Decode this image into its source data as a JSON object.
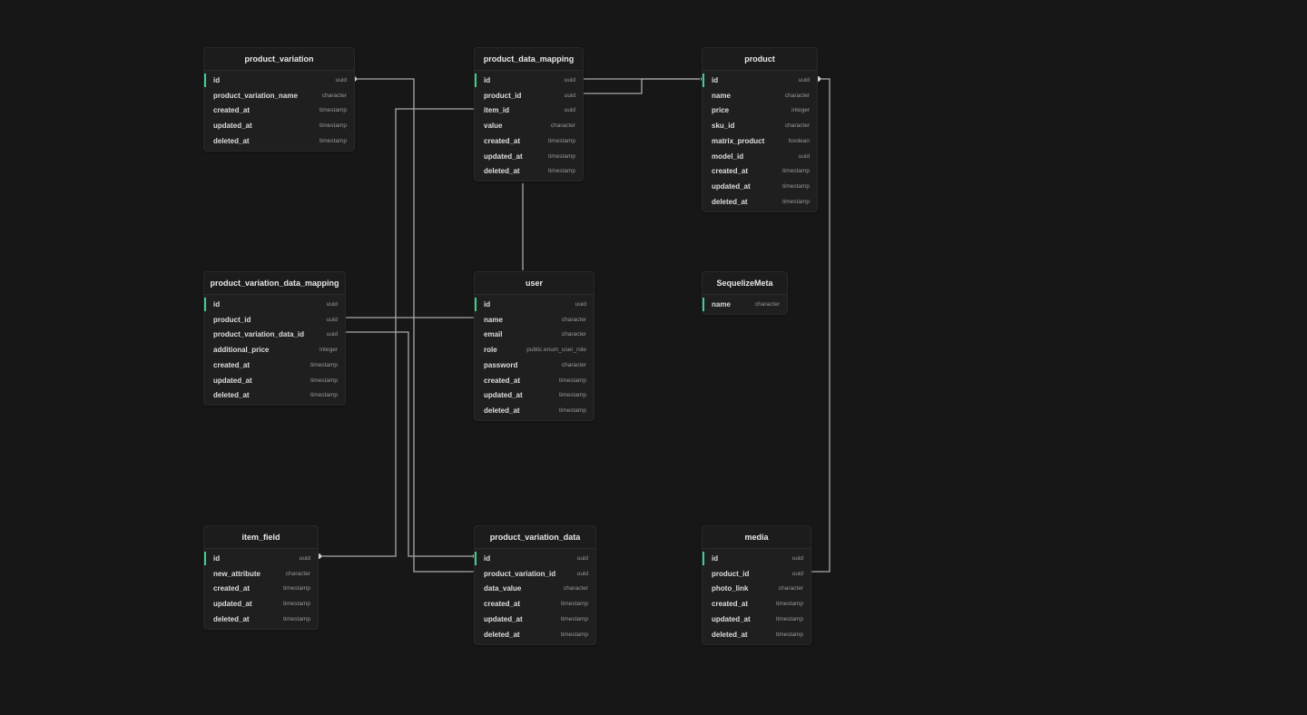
{
  "tables": [
    {
      "key": "product_variation",
      "name": "product_variation",
      "columns": [
        {
          "name": "id",
          "type": "uuid",
          "pk": true
        },
        {
          "name": "product_variation_name",
          "type": "character"
        },
        {
          "name": "created_at",
          "type": "timestamp"
        },
        {
          "name": "updated_at",
          "type": "timestamp"
        },
        {
          "name": "deleted_at",
          "type": "timestamp"
        }
      ]
    },
    {
      "key": "product_data_mapping",
      "name": "product_data_mapping",
      "columns": [
        {
          "name": "id",
          "type": "uuid",
          "pk": true
        },
        {
          "name": "product_id",
          "type": "uuid"
        },
        {
          "name": "item_id",
          "type": "uuid"
        },
        {
          "name": "value",
          "type": "character"
        },
        {
          "name": "created_at",
          "type": "timestamp"
        },
        {
          "name": "updated_at",
          "type": "timestamp"
        },
        {
          "name": "deleted_at",
          "type": "timestamp"
        }
      ]
    },
    {
      "key": "product",
      "name": "product",
      "columns": [
        {
          "name": "id",
          "type": "uuid",
          "pk": true
        },
        {
          "name": "name",
          "type": "character"
        },
        {
          "name": "price",
          "type": "integer"
        },
        {
          "name": "sku_id",
          "type": "character"
        },
        {
          "name": "matrix_product",
          "type": "boolean"
        },
        {
          "name": "model_id",
          "type": "uuid"
        },
        {
          "name": "created_at",
          "type": "timestamp"
        },
        {
          "name": "updated_at",
          "type": "timestamp"
        },
        {
          "name": "deleted_at",
          "type": "timestamp"
        }
      ]
    },
    {
      "key": "product_variation_data_mapping",
      "name": "product_variation_data_mapping",
      "columns": [
        {
          "name": "id",
          "type": "uuid",
          "pk": true
        },
        {
          "name": "product_id",
          "type": "uuid"
        },
        {
          "name": "product_variation_data_id",
          "type": "uuid"
        },
        {
          "name": "additional_price",
          "type": "integer"
        },
        {
          "name": "created_at",
          "type": "timestamp"
        },
        {
          "name": "updated_at",
          "type": "timestamp"
        },
        {
          "name": "deleted_at",
          "type": "timestamp"
        }
      ]
    },
    {
      "key": "user",
      "name": "user",
      "columns": [
        {
          "name": "id",
          "type": "uuid",
          "pk": true
        },
        {
          "name": "name",
          "type": "character"
        },
        {
          "name": "email",
          "type": "character"
        },
        {
          "name": "role",
          "type": "public.enum_user_role"
        },
        {
          "name": "password",
          "type": "character"
        },
        {
          "name": "created_at",
          "type": "timestamp"
        },
        {
          "name": "updated_at",
          "type": "timestamp"
        },
        {
          "name": "deleted_at",
          "type": "timestamp"
        }
      ]
    },
    {
      "key": "sequelizemeta",
      "name": "SequelizeMeta",
      "columns": [
        {
          "name": "name",
          "type": "character",
          "pk": true
        }
      ]
    },
    {
      "key": "item_field",
      "name": "item_field",
      "columns": [
        {
          "name": "id",
          "type": "uuid",
          "pk": true
        },
        {
          "name": "new_attribute",
          "type": "character"
        },
        {
          "name": "created_at",
          "type": "timestamp"
        },
        {
          "name": "updated_at",
          "type": "timestamp"
        },
        {
          "name": "deleted_at",
          "type": "timestamp"
        }
      ]
    },
    {
      "key": "product_variation_data",
      "name": "product_variation_data",
      "columns": [
        {
          "name": "id",
          "type": "uuid",
          "pk": true
        },
        {
          "name": "product_variation_id",
          "type": "uuid"
        },
        {
          "name": "data_value",
          "type": "character"
        },
        {
          "name": "created_at",
          "type": "timestamp"
        },
        {
          "name": "updated_at",
          "type": "timestamp"
        },
        {
          "name": "deleted_at",
          "type": "timestamp"
        }
      ]
    },
    {
      "key": "media",
      "name": "media",
      "columns": [
        {
          "name": "id",
          "type": "uuid",
          "pk": true
        },
        {
          "name": "product_id",
          "type": "uuid"
        },
        {
          "name": "photo_link",
          "type": "character"
        },
        {
          "name": "created_at",
          "type": "timestamp"
        },
        {
          "name": "updated_at",
          "type": "timestamp"
        },
        {
          "name": "deleted_at",
          "type": "timestamp"
        }
      ]
    }
  ],
  "relations": [
    {
      "from": "product_data_mapping.product_id",
      "to": "product.id"
    },
    {
      "from": "product_data_mapping.item_id",
      "to": "item_field.id"
    },
    {
      "from": "product_variation_data_mapping.product_id",
      "to": "product.id"
    },
    {
      "from": "product_variation_data_mapping.product_variation_data_id",
      "to": "product_variation_data.id"
    },
    {
      "from": "product_variation_data.product_variation_id",
      "to": "product_variation.id"
    },
    {
      "from": "media.product_id",
      "to": "product.id"
    }
  ],
  "colors": {
    "background": "#171717",
    "primary_key": "#3ecf8e",
    "edge": "#a8a8a8"
  }
}
